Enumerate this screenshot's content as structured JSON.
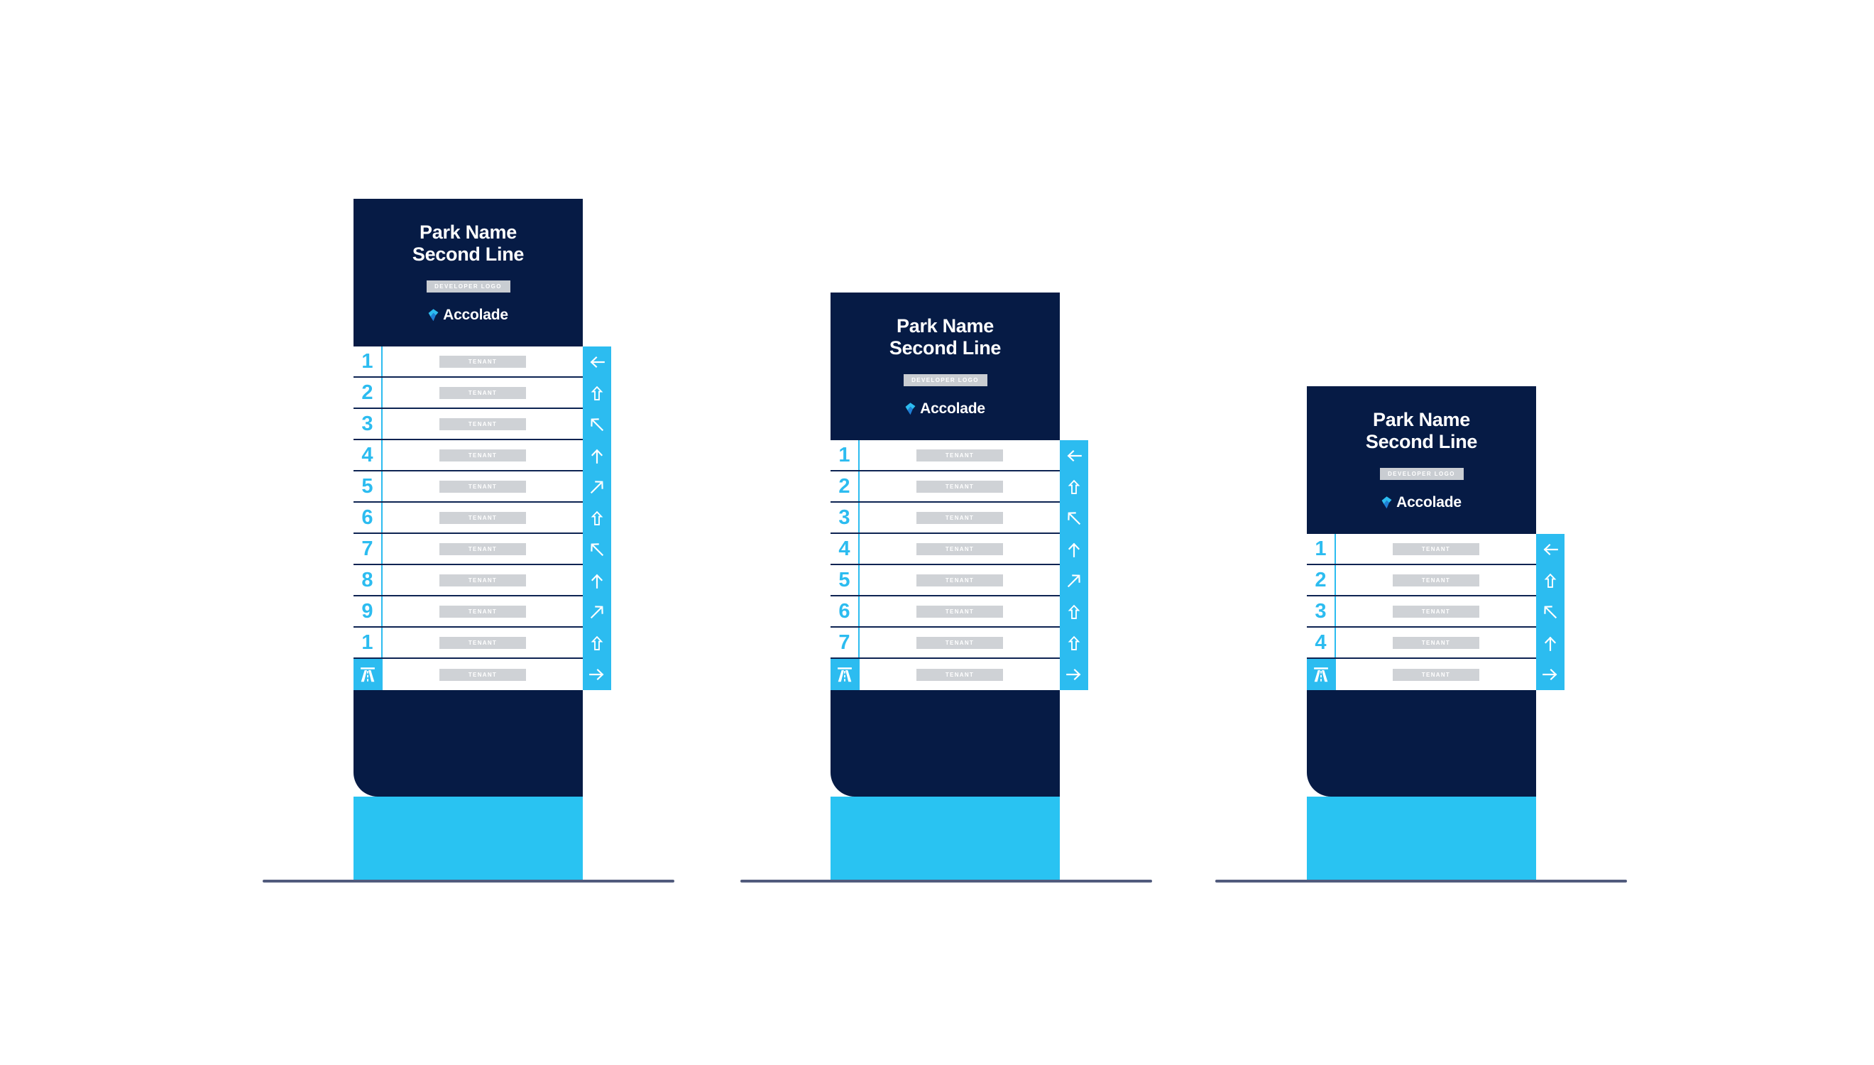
{
  "page": {
    "title": "Park Name Second Line",
    "background_color": "#ffffff",
    "ground_line_color": "#515b7d"
  },
  "palette": {
    "navy": "#061b45",
    "navy_border": "#0d2352",
    "cyan": "#2cbcf0",
    "cyan_base": "#29c3f2",
    "chip_grey": "#cfd2d6",
    "dev_logo_grey": "#c9cdd2",
    "white": "#ffffff"
  },
  "header": {
    "park_name_line1": "Park Name",
    "park_name_line2": "Second Line",
    "developer_logo_label": "DEVELOPER LOGO",
    "brand_name": "Accolade",
    "brand_mark_icon": "accolade-diamond-icon"
  },
  "labels": {
    "tenant_placeholder": "TENANT",
    "motorway_icon": "motorway-icon"
  },
  "signs": [
    {
      "id": "sign-large",
      "name": "monument-sign-11-row",
      "row_count": 11,
      "rows": [
        {
          "number": "1",
          "tenant": "TENANT",
          "arrow": "arrow-left",
          "arrow_icon": "arrow-left-icon"
        },
        {
          "number": "2",
          "tenant": "TENANT",
          "arrow": "arrow-up-outline",
          "arrow_icon": "arrow-up-outline-icon"
        },
        {
          "number": "3",
          "tenant": "TENANT",
          "arrow": "arrow-up-left",
          "arrow_icon": "arrow-up-left-icon"
        },
        {
          "number": "4",
          "tenant": "TENANT",
          "arrow": "arrow-up",
          "arrow_icon": "arrow-up-icon"
        },
        {
          "number": "5",
          "tenant": "TENANT",
          "arrow": "arrow-up-right",
          "arrow_icon": "arrow-up-right-icon"
        },
        {
          "number": "6",
          "tenant": "TENANT",
          "arrow": "arrow-up-outline",
          "arrow_icon": "arrow-up-outline-icon"
        },
        {
          "number": "7",
          "tenant": "TENANT",
          "arrow": "arrow-up-left",
          "arrow_icon": "arrow-up-left-icon"
        },
        {
          "number": "8",
          "tenant": "TENANT",
          "arrow": "arrow-up",
          "arrow_icon": "arrow-up-icon"
        },
        {
          "number": "9",
          "tenant": "TENANT",
          "arrow": "arrow-up-right",
          "arrow_icon": "arrow-up-right-icon"
        },
        {
          "number": "1",
          "tenant": "TENANT",
          "arrow": "arrow-up-outline",
          "arrow_icon": "arrow-up-outline-icon"
        },
        {
          "number": "",
          "tenant": "TENANT",
          "arrow": "arrow-right",
          "arrow_icon": "arrow-right-icon",
          "motorway": true
        }
      ]
    },
    {
      "id": "sign-medium",
      "name": "monument-sign-8-row",
      "row_count": 8,
      "rows": [
        {
          "number": "1",
          "tenant": "TENANT",
          "arrow": "arrow-left",
          "arrow_icon": "arrow-left-icon"
        },
        {
          "number": "2",
          "tenant": "TENANT",
          "arrow": "arrow-up-outline",
          "arrow_icon": "arrow-up-outline-icon"
        },
        {
          "number": "3",
          "tenant": "TENANT",
          "arrow": "arrow-up-left",
          "arrow_icon": "arrow-up-left-icon"
        },
        {
          "number": "4",
          "tenant": "TENANT",
          "arrow": "arrow-up",
          "arrow_icon": "arrow-up-icon"
        },
        {
          "number": "5",
          "tenant": "TENANT",
          "arrow": "arrow-up-right",
          "arrow_icon": "arrow-up-right-icon"
        },
        {
          "number": "6",
          "tenant": "TENANT",
          "arrow": "arrow-up-outline",
          "arrow_icon": "arrow-up-outline-icon"
        },
        {
          "number": "7",
          "tenant": "TENANT",
          "arrow": "arrow-up-outline",
          "arrow_icon": "arrow-up-outline-icon"
        },
        {
          "number": "",
          "tenant": "TENANT",
          "arrow": "arrow-right",
          "arrow_icon": "arrow-right-icon",
          "motorway": true
        }
      ]
    },
    {
      "id": "sign-small",
      "name": "monument-sign-5-row",
      "row_count": 5,
      "rows": [
        {
          "number": "1",
          "tenant": "TENANT",
          "arrow": "arrow-left",
          "arrow_icon": "arrow-left-icon"
        },
        {
          "number": "2",
          "tenant": "TENANT",
          "arrow": "arrow-up-outline",
          "arrow_icon": "arrow-up-outline-icon"
        },
        {
          "number": "3",
          "tenant": "TENANT",
          "arrow": "arrow-up-left",
          "arrow_icon": "arrow-up-left-icon"
        },
        {
          "number": "4",
          "tenant": "TENANT",
          "arrow": "arrow-up",
          "arrow_icon": "arrow-up-icon"
        },
        {
          "number": "",
          "tenant": "TENANT",
          "arrow": "arrow-right",
          "arrow_icon": "arrow-right-icon",
          "motorway": true
        }
      ]
    }
  ]
}
